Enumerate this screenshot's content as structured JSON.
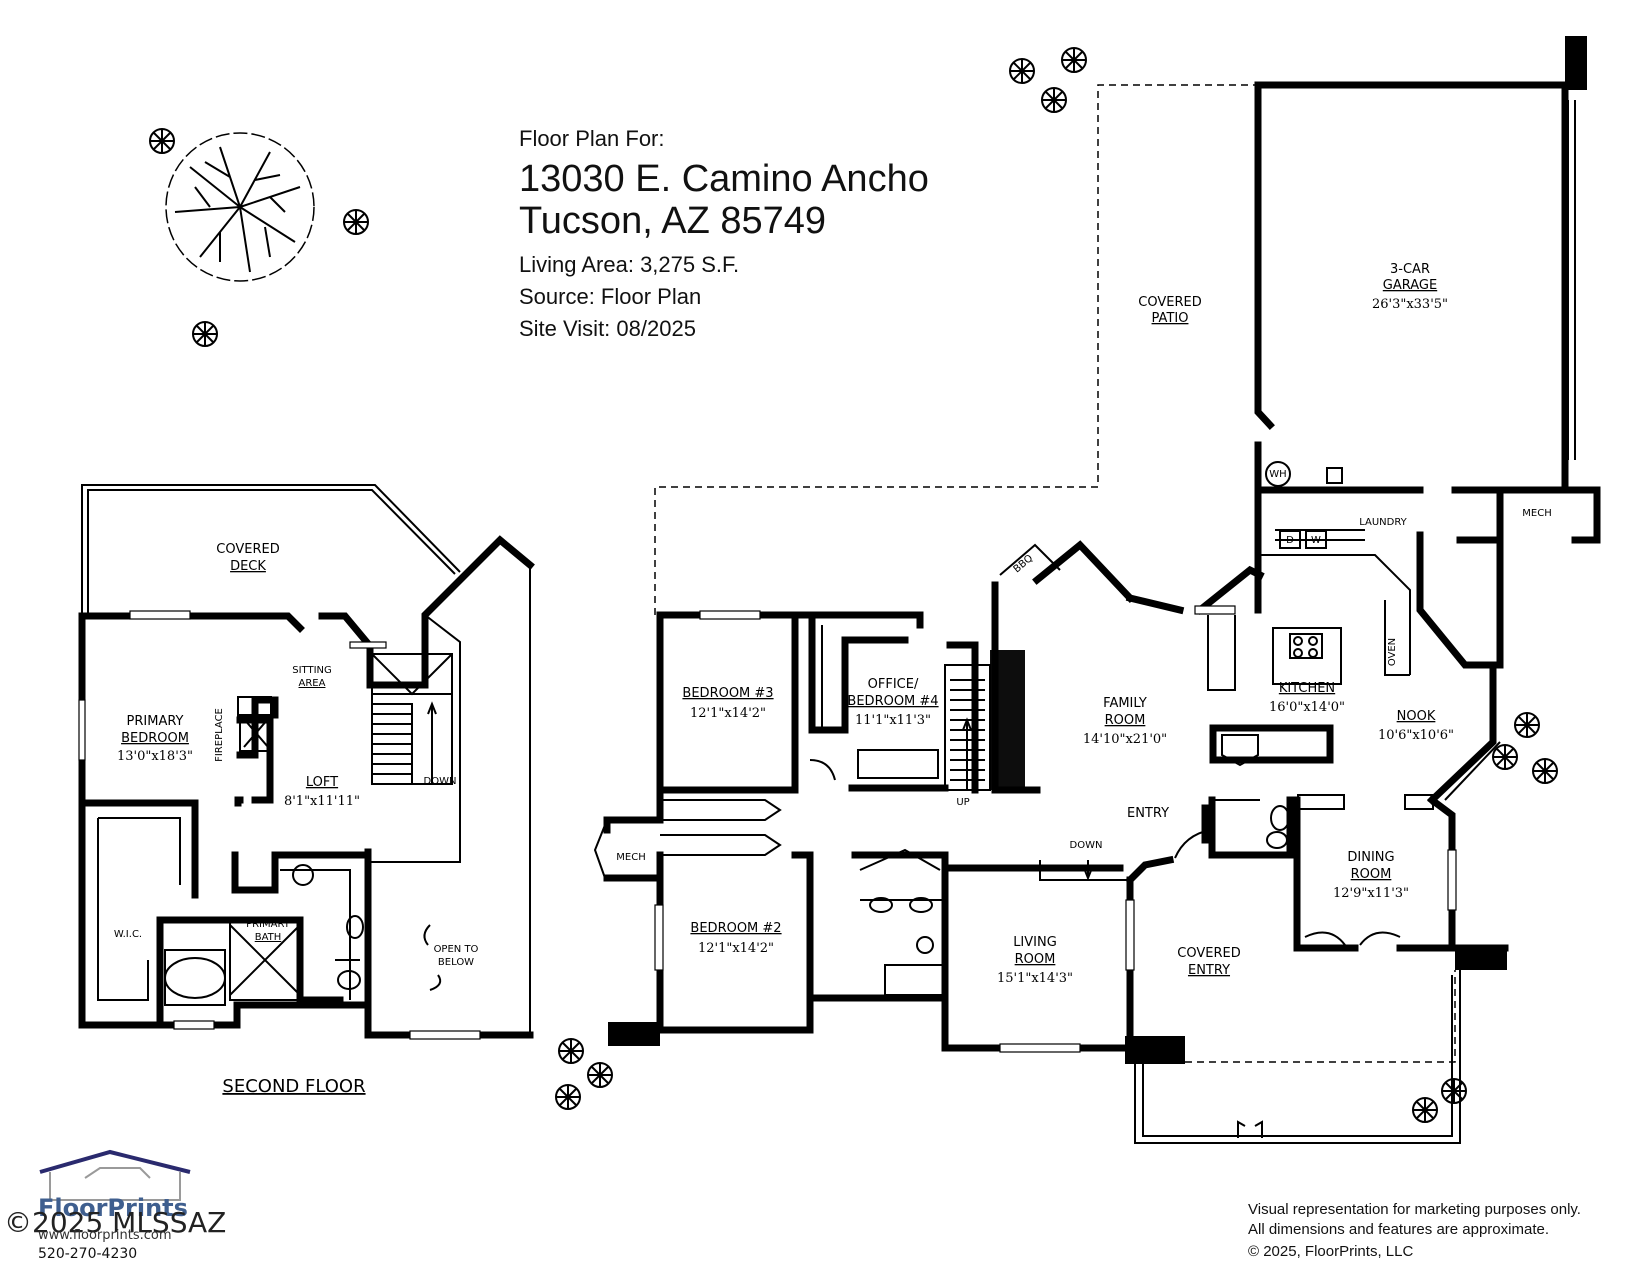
{
  "header": {
    "line1": "Floor Plan For:",
    "address1": "13030 E. Camino Ancho",
    "address2": "Tucson, AZ  85749",
    "living_area": "Living Area:  3,275 S.F.",
    "source": "Source:  Floor Plan",
    "site_visit": "Site Visit:  08/2025"
  },
  "second_floor": {
    "title": "SECOND FLOOR",
    "covered_deck": [
      "COVERED",
      "DECK"
    ],
    "sitting_area": [
      "SITTING",
      "AREA"
    ],
    "primary_bedroom": [
      "PRIMARY",
      "BEDROOM"
    ],
    "primary_bedroom_dim": "13'0\"x18'3\"",
    "fireplace": "FIREPLACE",
    "loft": "LOFT",
    "loft_dim": "8'1\"x11'11\"",
    "down": "DOWN",
    "wic": "W.I.C.",
    "primary_bath": [
      "PRIMARY",
      "BATH"
    ],
    "open_to_below": [
      "OPEN TO",
      "BELOW"
    ]
  },
  "first_floor": {
    "covered_patio": [
      "COVERED",
      "PATIO"
    ],
    "garage": [
      "3-CAR",
      "GARAGE"
    ],
    "garage_dim": "26'3\"x33'5\"",
    "wh": "WH",
    "laundry": "LAUNDRY",
    "mech_top": "MECH",
    "d": "D",
    "w": "W",
    "bbq": "BBQ",
    "bedroom3": "BEDROOM #3",
    "bedroom3_dim": "12'1\"x14'2\"",
    "office": [
      "OFFICE/",
      "BEDROOM #4"
    ],
    "office_dim": "11'1\"x11'3\"",
    "family_room": [
      "FAMILY",
      "ROOM"
    ],
    "family_room_dim": "14'10\"x21'0\"",
    "kitchen": "KITCHEN",
    "kitchen_dim": "16'0\"x14'0\"",
    "nook": "NOOK",
    "nook_dim": "10'6\"x10'6\"",
    "oven": "OVEN",
    "up": "UP",
    "mech_left": "MECH",
    "entry": "ENTRY",
    "down": "DOWN",
    "bedroom2": "BEDROOM #2",
    "bedroom2_dim": "12'1\"x14'2\"",
    "living_room": [
      "LIVING",
      "ROOM"
    ],
    "living_room_dim": "15'1\"x14'3\"",
    "dining_room": [
      "DINING",
      "ROOM"
    ],
    "dining_room_dim": "12'9\"x11'3\"",
    "covered_entry": [
      "COVERED",
      "ENTRY"
    ]
  },
  "footer": {
    "disclaimer1": "Visual representation for marketing purposes only.",
    "disclaimer2": "All dimensions and features are approximate.",
    "copyright": "© 2025, FloorPrints, LLC"
  },
  "logo": {
    "brand": "FloorPrints",
    "watermark": "©2025 MLSSAZ",
    "website": "www.floorprints.com",
    "phone": "520-270-4230"
  }
}
